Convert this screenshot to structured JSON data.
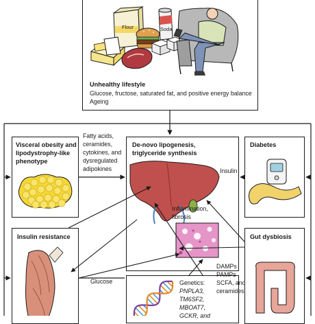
{
  "lifestyle": {
    "title": "Unhealthy lifestyle",
    "line1": "Glucose, fructose, saturated fat, and positive energy balance",
    "line2": "Ageing",
    "flour_label": "Flour",
    "soda_label": "Soda"
  },
  "visceral": {
    "title_l1": "Visceral obesity and",
    "title_l2": "lipodystrophy-like",
    "title_l3": "phenotype"
  },
  "mediators": {
    "l1": "Fatty acids,",
    "l2": "ceramides,",
    "l3": "cytokines, and",
    "l4": "dysregulated",
    "l5": "adipokines"
  },
  "liver": {
    "title_l1": "De-novo lipogenesis,",
    "title_l2": "triglyceride synthesis",
    "inflammation_l1": "Inflammation,",
    "inflammation_l2": "fibrosis"
  },
  "diabetes": {
    "title": "Diabetes",
    "insulin_label": "Insulin"
  },
  "insulin_resistance": {
    "title": "Insulin resistance",
    "glucose_label": "Glucose"
  },
  "gut": {
    "title": "Gut dysbiosis",
    "l1": "DAMPs",
    "l2": "PAMPs",
    "l3": "SCFA, and",
    "l4": "ceramides"
  },
  "genetics": {
    "title": "Genetics:",
    "g1": "PNPLA3,",
    "g2": "TM6SF2,",
    "g3": "MBOAT7,",
    "g4": "GCKR, and"
  },
  "colors": {
    "liver": "#c0504d",
    "liver_dark": "#8c2f2c",
    "fat": "#f5d735",
    "pancreas": "#f2d26a",
    "muscle": "#d9907a",
    "colon": "#e8a59a",
    "dna_a": "#7a3fa0",
    "dna_b": "#e08a2a",
    "histology": "#e695c8"
  }
}
